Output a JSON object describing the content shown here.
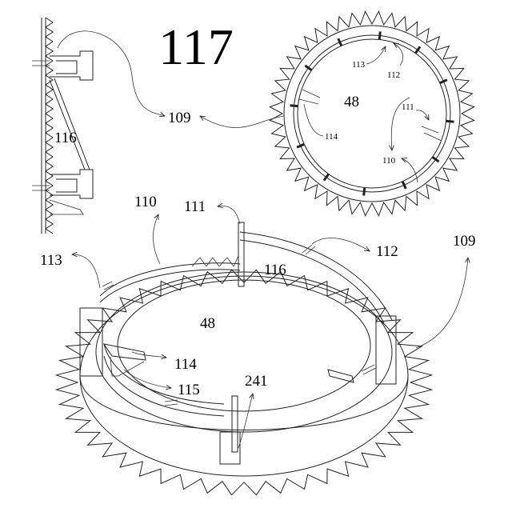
{
  "figure_number": "117",
  "labels": {
    "side_109": "109",
    "side_116": "116",
    "top_113": "113",
    "top_112": "112",
    "top_48": "48",
    "top_111": "111",
    "top_114": "114",
    "top_110": "110",
    "iso_110": "110",
    "iso_111": "111",
    "iso_113": "113",
    "iso_116": "116",
    "iso_112": "112",
    "iso_109": "109",
    "iso_48": "48",
    "iso_114": "114",
    "iso_115": "115",
    "iso_241": "241"
  }
}
